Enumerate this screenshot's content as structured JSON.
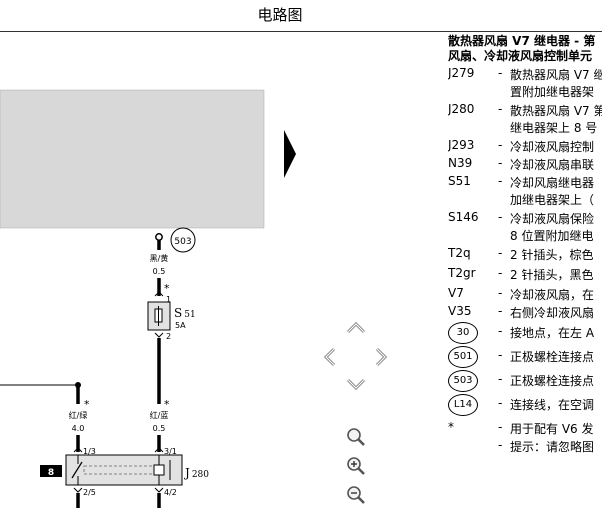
{
  "window": {
    "title": "电路图"
  },
  "diagram": {
    "connector_503": "503",
    "wire_top_color": "黑/黄",
    "wire_top_size": "0.5",
    "fuse_name": "S",
    "fuse_sub": "51",
    "fuse_rating": "5A",
    "fuse_pin_top": "1",
    "fuse_pin_bottom": "2",
    "star": "*",
    "wire_left_color": "红/绿",
    "wire_left_size": "4.0",
    "wire_right_color": "红/蓝",
    "wire_right_size": "0.5",
    "relay_pin_tl": "1/3",
    "relay_pin_tr": "3/1",
    "relay_pin_bl": "2/5",
    "relay_pin_br": "4/2",
    "relay_name": "J",
    "relay_sub": "280",
    "relay_slot": "8"
  },
  "legend": {
    "heading_1": "散热器风扇 V7 继电器 - 第",
    "heading_2": "风扇、冷却液风扇控制单元",
    "items": [
      {
        "code": "J279",
        "dash": "-",
        "desc": "散热器风扇 V7 继",
        "desc2": "置附加继电器架"
      },
      {
        "code": "J280",
        "dash": "-",
        "desc": "散热器风扇 V7 第",
        "desc2": "继电器架上 8 号"
      },
      {
        "code": "J293",
        "dash": "-",
        "desc": "冷却液风扇控制"
      },
      {
        "code": "N39",
        "dash": "-",
        "desc": "冷却液风扇串联"
      },
      {
        "code": "S51",
        "dash": "-",
        "desc": "冷却风扇继电器",
        "desc2": "加继电器架上（"
      },
      {
        "code": "S146",
        "dash": "-",
        "desc": "冷却液风扇保险",
        "desc2": "8 位置附加继电"
      },
      {
        "code": "T2q",
        "dash": "-",
        "desc": "2 针插头，棕色"
      },
      {
        "code": "T2gr",
        "dash": "-",
        "desc": "2 针插头，黑色"
      },
      {
        "code": "V7",
        "dash": "-",
        "desc": "冷却液风扇，在"
      },
      {
        "code": "V35",
        "dash": "-",
        "desc": "右侧冷却液风扇"
      }
    ],
    "ground_items": [
      {
        "ring": "30",
        "dash": "-",
        "desc": "接地点，在左 A"
      },
      {
        "ring": "501",
        "dash": "-",
        "desc": "正极螺栓连接点"
      },
      {
        "ring": "503",
        "dash": "-",
        "desc": "正极螺栓连接点"
      },
      {
        "ring": "L14",
        "dash": "-",
        "desc": "连接线，在空调"
      }
    ],
    "note_star": "*",
    "note_star_dash": "-",
    "note_star_desc": "用于配有 V6 发",
    "note_hint_dash": "-",
    "note_hint_desc": "提示：请忽略图"
  }
}
